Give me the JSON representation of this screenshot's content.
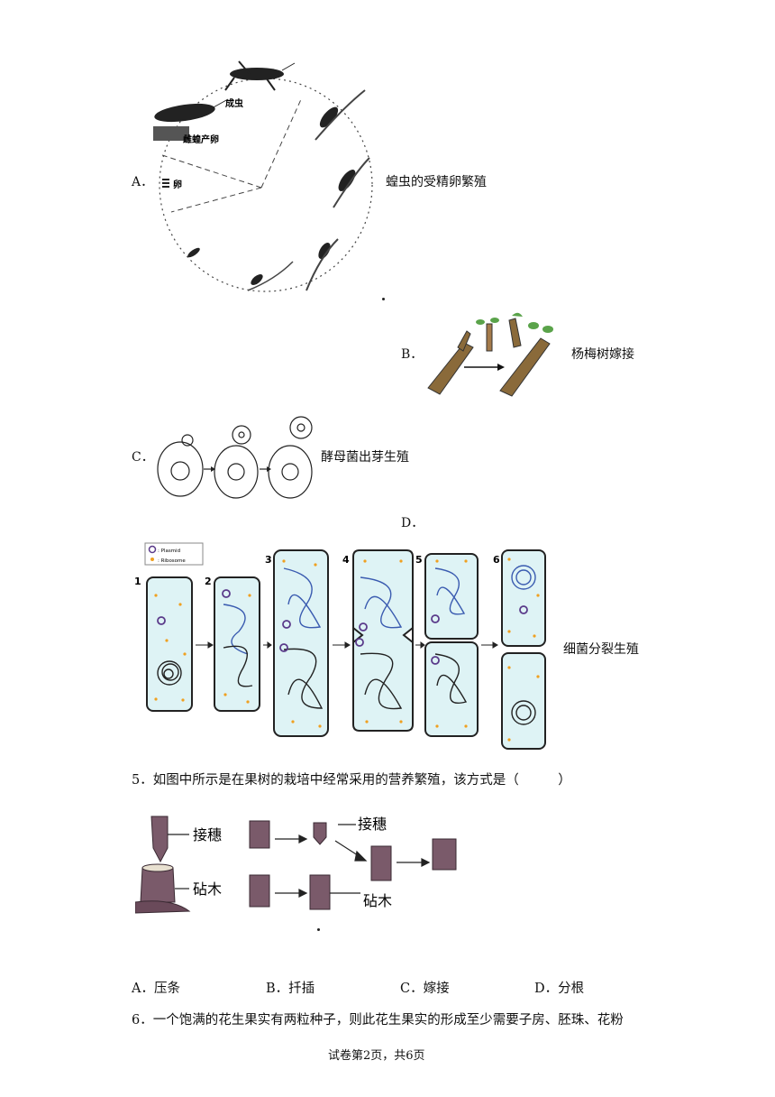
{
  "optA": {
    "letter": "A．",
    "caption": "蝗虫的受精卵繁殖",
    "label_adult": "成虫",
    "label_female": "雌蝗产卵",
    "label_egg": "卵"
  },
  "optB": {
    "letter": "B．",
    "caption": "杨梅树嫁接"
  },
  "optC": {
    "letter": "C．",
    "caption": "酵母菌出芽生殖"
  },
  "optD": {
    "letter": "D．",
    "caption": "细菌分裂生殖",
    "legend_plasmid": ": Plasmid",
    "legend_ribosome": ": Ribosome",
    "steps": [
      "1",
      "2",
      "3",
      "4",
      "5",
      "6"
    ]
  },
  "q5": {
    "text": "5．如图中所示是在果树的栽培中经常采用的营养繁殖，该方式是（　　　）",
    "label_scion_left": "接穗",
    "label_stock_left": "砧木",
    "label_scion_right": "接穗",
    "label_stock_right": "砧木",
    "choices": [
      "A．压条",
      "B．扦插",
      "C．嫁接",
      "D．分根"
    ]
  },
  "q6": {
    "text": "6．一个饱满的花生果实有两粒种子，则此花生果实的形成至少需要子房、胚珠、花粉"
  },
  "footer": {
    "page": "试卷第2页，共6页"
  },
  "colors": {
    "cell_fill": "#def3f5",
    "cell_border": "#222222",
    "dna_blue": "#3a5bb0",
    "ribosome": "#f0a020",
    "bark": "#7a5a6a"
  }
}
